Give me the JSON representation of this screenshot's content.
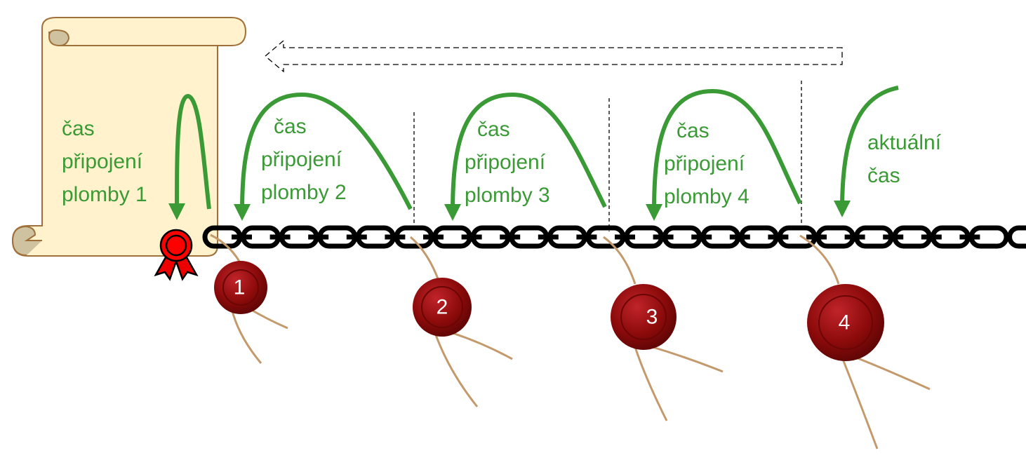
{
  "labels": {
    "seal1": [
      "čas",
      "připojení",
      "plomby 1"
    ],
    "seal2": [
      "čas",
      "připojení",
      "plomby 2"
    ],
    "seal3": [
      "čas",
      "připojení",
      "plomby 3"
    ],
    "seal4": [
      "čas",
      "připojení",
      "plomby 4"
    ],
    "current": [
      "aktuální",
      "čas"
    ]
  },
  "seals": [
    "1",
    "2",
    "3",
    "4"
  ],
  "colors": {
    "arrow": "#3a9a35",
    "scroll": "#fff2cc",
    "scroll_edge": "#a0703a",
    "seal": "#8b0a0a",
    "ribbon": "#ff0000"
  }
}
